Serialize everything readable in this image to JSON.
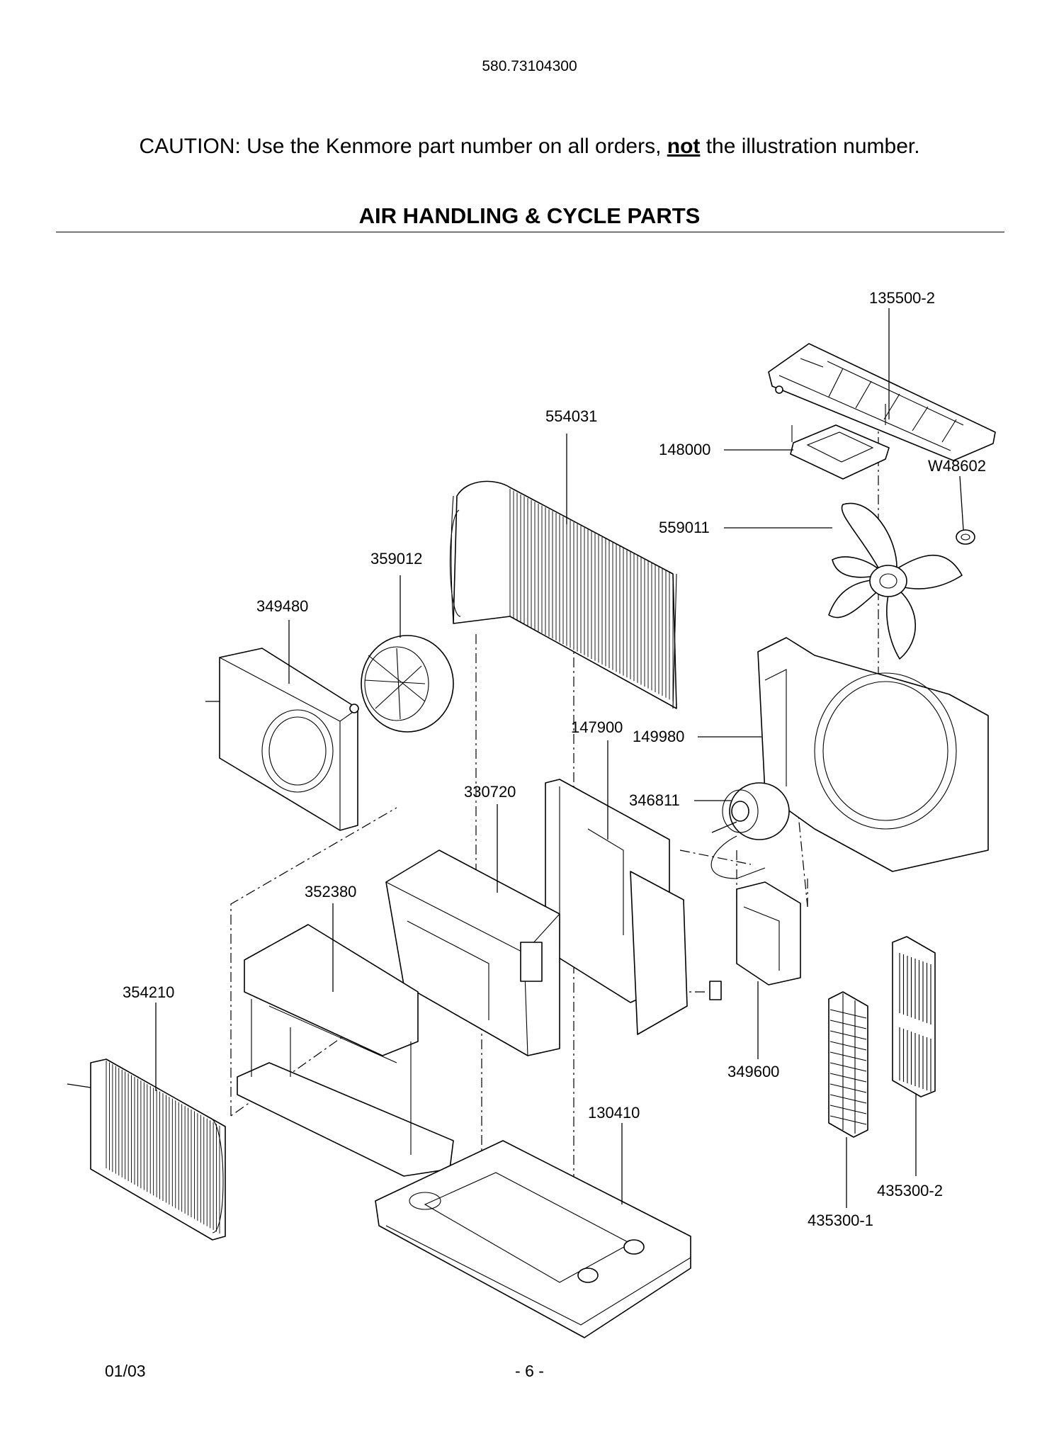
{
  "header": {
    "model_number": "580.73104300",
    "caution_prefix": "CAUTION: Use the Kenmore part number on all orders, ",
    "caution_emphasis": "not",
    "caution_suffix": " the illustration number.",
    "section_title": "AIR HANDLING & CYCLE PARTS"
  },
  "part_labels": {
    "p135500_2": "135500-2",
    "p148000": "148000",
    "w48602": "W48602",
    "p554031": "554031",
    "p559011": "559011",
    "p359012": "359012",
    "p349480": "349480",
    "p147900": "147900",
    "p149980": "149980",
    "p330720": "330720",
    "p346811": "346811",
    "p352380": "352380",
    "p354210": "354210",
    "p349600": "349600",
    "p130410": "130410",
    "p435300_2": "435300-2",
    "p435300_1": "435300-1"
  },
  "footer": {
    "date": "01/03",
    "page": "- 6 -"
  }
}
